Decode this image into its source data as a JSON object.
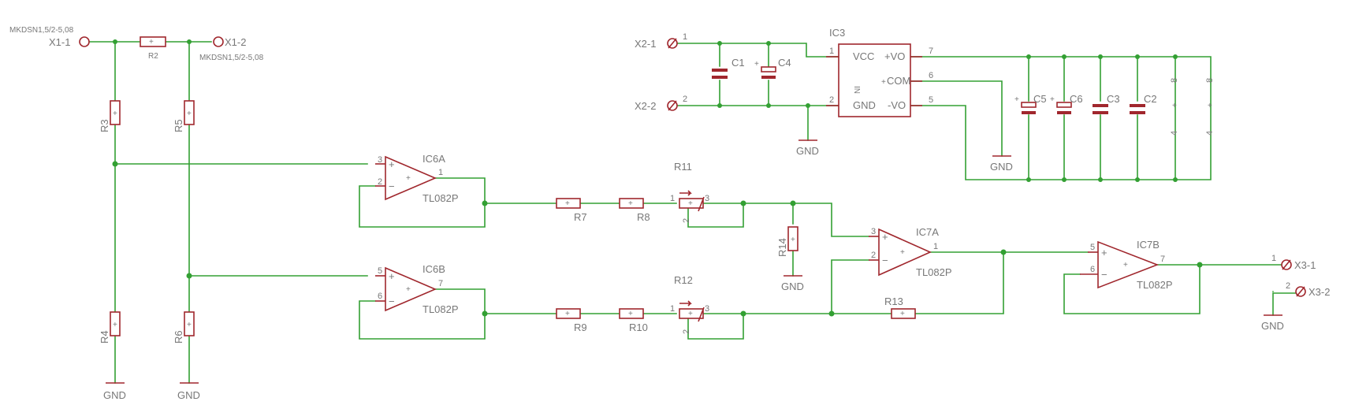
{
  "connectors": {
    "x1_1": "X1-1",
    "x1_2": "X1-2",
    "x1_part_a": "MKDSN1,5/2-5,08",
    "x1_part_b": "MKDSN1,5/2-5,08",
    "x2_1": "X2-1",
    "x2_2": "X2-2",
    "x3_1": "X3-1",
    "x3_2": "X3-2"
  },
  "resistors": {
    "r2": "R2",
    "r3": "R3",
    "r4": "R4",
    "r5": "R5",
    "r6": "R6",
    "r7": "R7",
    "r8": "R8",
    "r9": "R9",
    "r10": "R10",
    "r13": "R13",
    "r14": "R14"
  },
  "pots": {
    "r11": "R11",
    "r12": "R12"
  },
  "capacitors": {
    "c1": "C1",
    "c2": "C2",
    "c3": "C3",
    "c4": "C4",
    "c5": "C5",
    "c6": "C6"
  },
  "opamps": {
    "ic6a": "IC6A",
    "ic6b": "IC6B",
    "ic7a": "IC7A",
    "ic7b": "IC7B",
    "part": "TL082P"
  },
  "converter": {
    "name": "IC3",
    "vcc": "VCC",
    "plus_vo": "+VO",
    "com": "COM",
    "gnd": "GND",
    "minus_vo": "-VO",
    "in": "IN"
  },
  "supply_labels": {
    "gnd": "GND"
  },
  "pin_numbers": {
    "p1": "1",
    "p2": "2",
    "p3": "3",
    "p4": "4",
    "p5": "5",
    "p6": "6",
    "p7": "7",
    "p8": "8"
  },
  "signs": {
    "plus": "+",
    "minus": "−"
  },
  "colors": {
    "wire": "#33a033",
    "part": "#a0272d",
    "label": "#777777"
  }
}
